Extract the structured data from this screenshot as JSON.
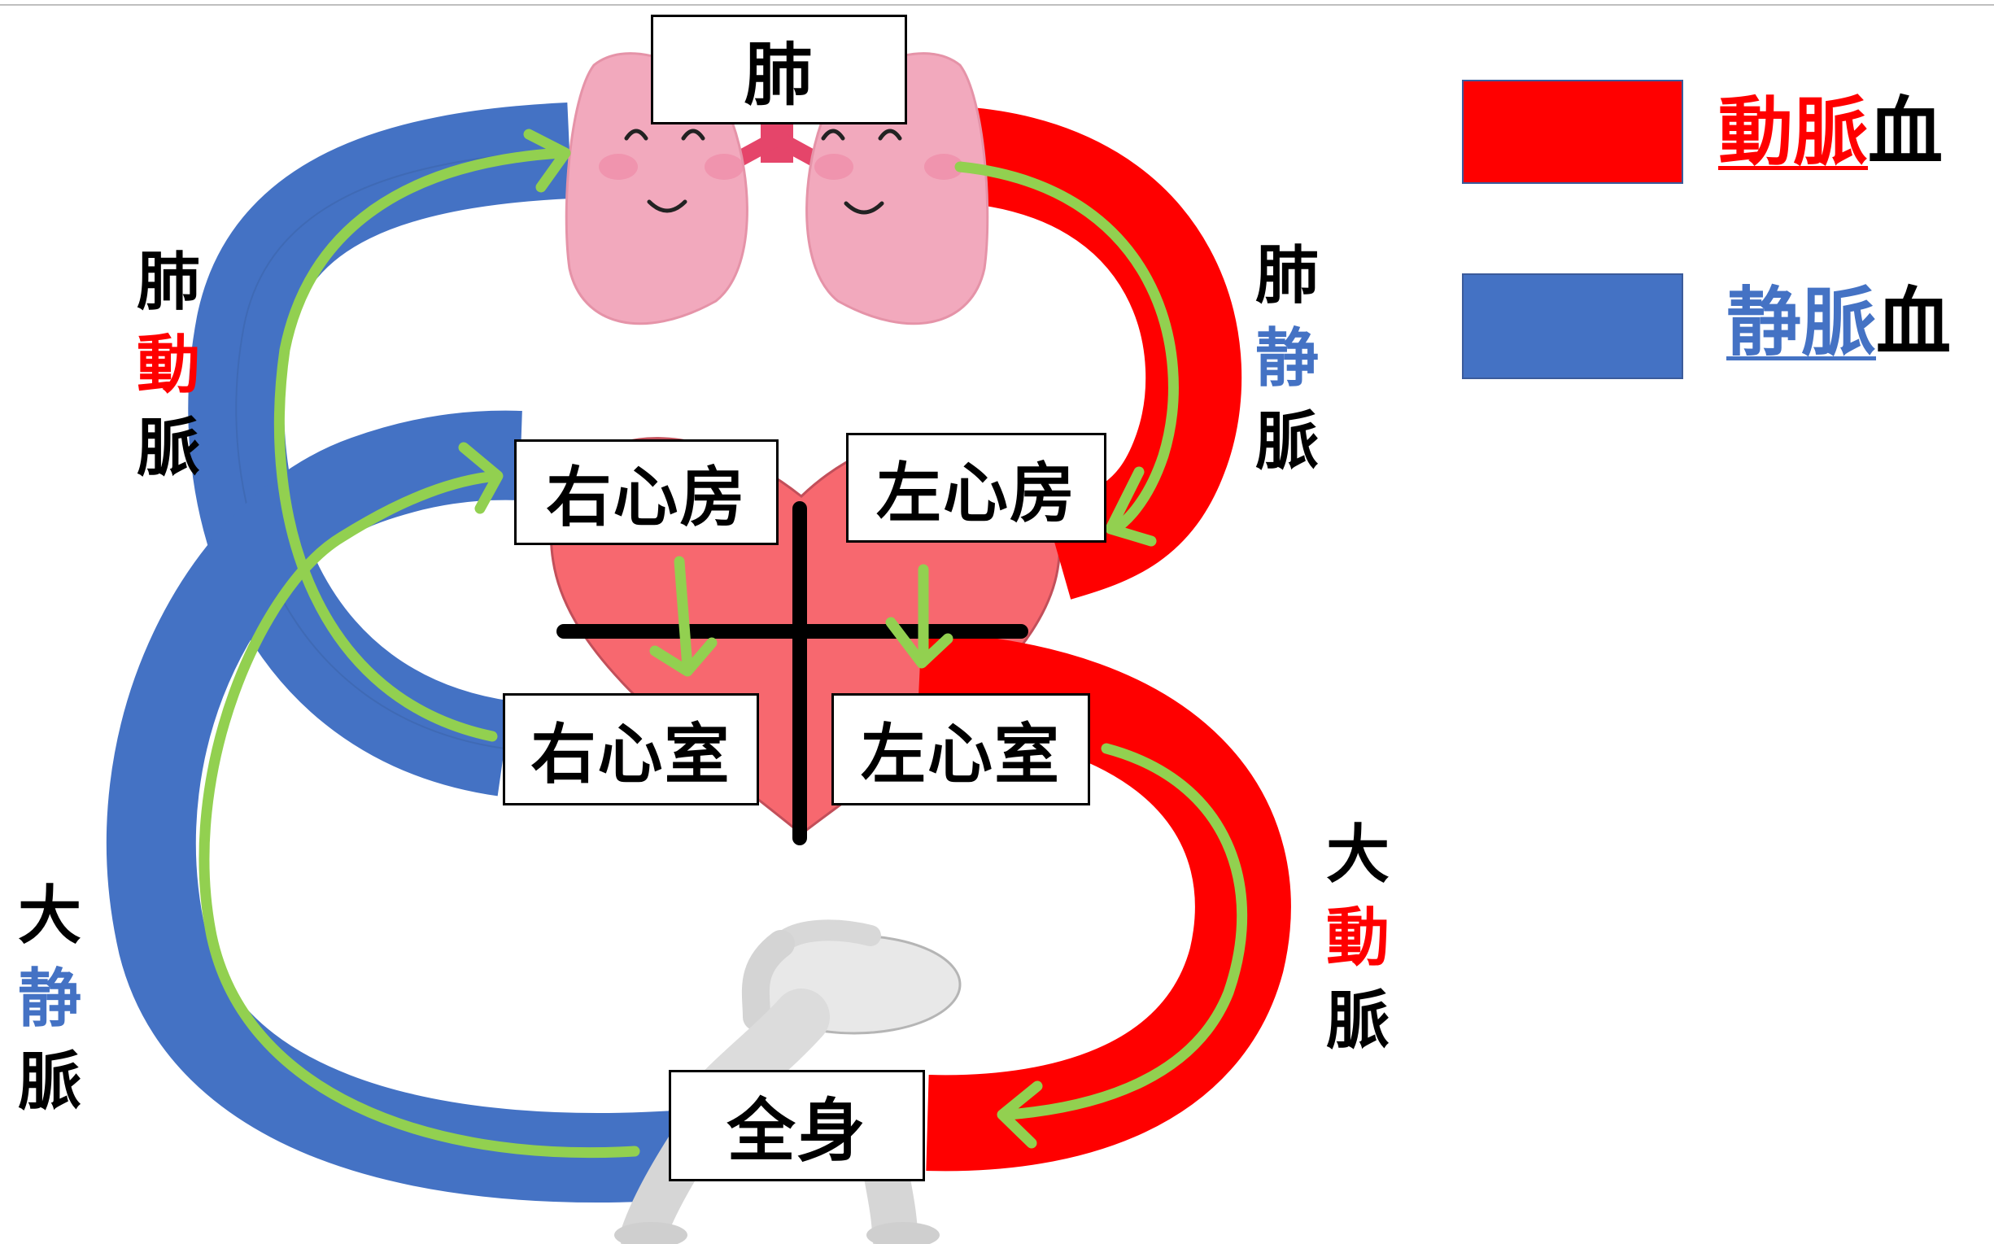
{
  "colors": {
    "arterial": "#ff0000",
    "venous": "#4472c4",
    "flow_arrow": "#92d050",
    "heart_fill": "#f7686f",
    "lung_fill": "#f2a9bd",
    "ink": "#000000"
  },
  "icons": [
    "lungs-icon",
    "heart-icon",
    "stretching-person-icon"
  ],
  "boxes": {
    "lung": "肺",
    "right_atrium": "右心房",
    "left_atrium": "左心房",
    "right_ventricle": "右心室",
    "left_ventricle": "左心室",
    "whole_body": "全身"
  },
  "vessels": {
    "pulmonary_artery": [
      "肺",
      "動",
      "脈"
    ],
    "pulmonary_vein": [
      "肺",
      "静",
      "脈"
    ],
    "aorta": [
      "大",
      "動",
      "脈"
    ],
    "vena_cava": [
      "大",
      "静",
      "脈"
    ]
  },
  "legend": {
    "arterial": {
      "underlined": "動脈",
      "suffix": "血"
    },
    "venous": {
      "underlined": "静脈",
      "suffix": "血"
    }
  }
}
